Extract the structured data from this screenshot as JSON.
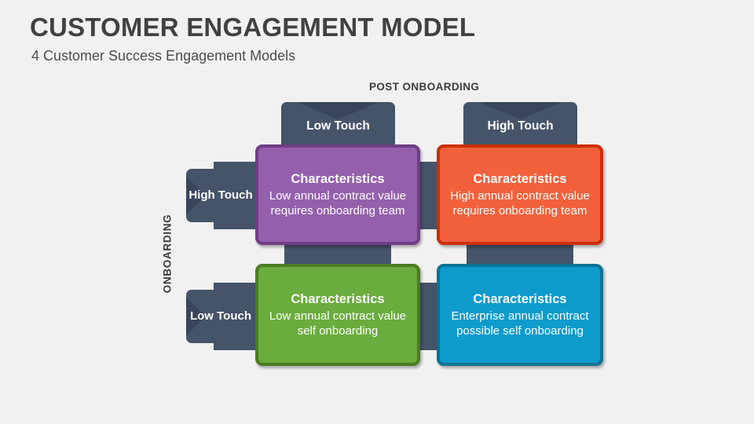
{
  "header": {
    "title": "CUSTOMER ENGAGEMENT MODEL",
    "subtitle": "4 Customer Success Engagement Models"
  },
  "axes": {
    "top_label": "POST ONBOARDING",
    "left_label": "ONBOARDING"
  },
  "column_tabs": [
    {
      "label": "Low Touch"
    },
    {
      "label": "High Touch"
    }
  ],
  "row_tabs": [
    {
      "label": "High Touch"
    },
    {
      "label": "Low Touch"
    }
  ],
  "cards": [
    {
      "id": "low-touch-high-touch",
      "heading": "Characteristics",
      "body": "Low annual contract value requires onboarding team",
      "fill": "#9460ac",
      "border": "#703d88"
    },
    {
      "id": "high-touch-high-touch",
      "heading": "Characteristics",
      "body": "High annual contract value requires onboarding team",
      "fill": "#f2613c",
      "border": "#cc2f04"
    },
    {
      "id": "low-touch-low-touch",
      "heading": "Characteristics",
      "body": "Low annual contract value self onboarding",
      "fill": "#6aac3d",
      "border": "#4d7c23"
    },
    {
      "id": "high-touch-low-touch",
      "heading": "Characteristics",
      "body": "Enterprise annual contract possible self onboarding",
      "fill": "#0d9bcc",
      "border": "#0b7394"
    }
  ],
  "colors": {
    "background": "#f1f1f1",
    "tab": "#455469",
    "tab_notch": "#39455a",
    "title_text": "#414141",
    "subtitle_text": "#4c4c4c"
  }
}
